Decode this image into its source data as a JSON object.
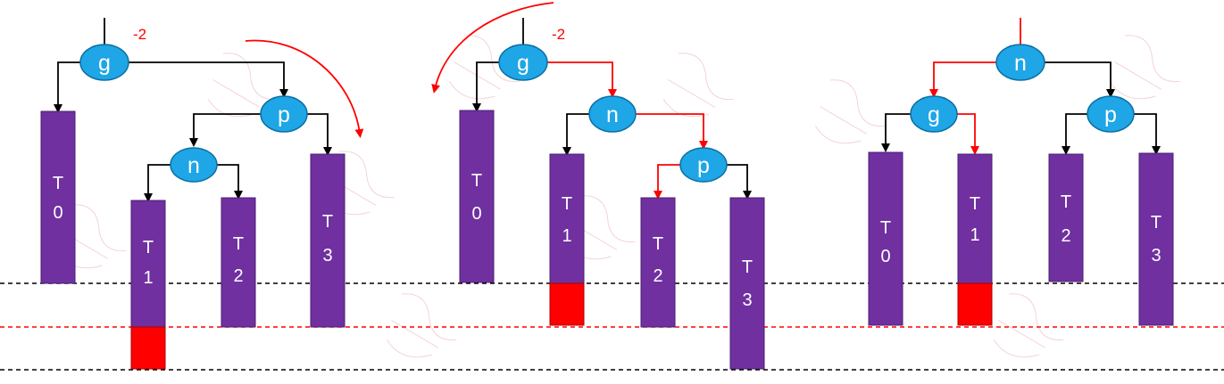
{
  "colors": {
    "node_fill": "#1ea6e6",
    "node_stroke": "#0b6fa3",
    "bar_fill": "#7030a0",
    "highlight_fill": "#ff0000",
    "edge_black": "#000000",
    "edge_red": "#ff0000",
    "dashed_black": "#000000",
    "dashed_red": "#ff0000",
    "watermark": "#e8a0a0"
  },
  "panels": [
    {
      "name": "before",
      "balance": "-2",
      "nodes": [
        {
          "id": "g",
          "label": "g"
        },
        {
          "id": "p",
          "label": "p"
        },
        {
          "id": "n",
          "label": "n"
        }
      ],
      "subtrees": [
        {
          "id": "T0",
          "lines": [
            "T",
            "0"
          ]
        },
        {
          "id": "T1",
          "lines": [
            "T",
            "1"
          ]
        },
        {
          "id": "T2",
          "lines": [
            "T",
            "2"
          ]
        },
        {
          "id": "T3",
          "lines": [
            "T",
            "3"
          ]
        }
      ]
    },
    {
      "name": "after-first-rotation",
      "balance": "-2",
      "nodes": [
        {
          "id": "g",
          "label": "g"
        },
        {
          "id": "n",
          "label": "n"
        },
        {
          "id": "p",
          "label": "p"
        }
      ],
      "subtrees": [
        {
          "id": "T0",
          "lines": [
            "T",
            "0"
          ]
        },
        {
          "id": "T1",
          "lines": [
            "T",
            "1"
          ]
        },
        {
          "id": "T2",
          "lines": [
            "T",
            "2"
          ]
        },
        {
          "id": "T3",
          "lines": [
            "T",
            "3"
          ]
        }
      ]
    },
    {
      "name": "after-second-rotation",
      "nodes": [
        {
          "id": "n",
          "label": "n"
        },
        {
          "id": "g",
          "label": "g"
        },
        {
          "id": "p",
          "label": "p"
        }
      ],
      "subtrees": [
        {
          "id": "T0",
          "lines": [
            "T",
            "0"
          ]
        },
        {
          "id": "T1",
          "lines": [
            "T",
            "1"
          ]
        },
        {
          "id": "T2",
          "lines": [
            "T",
            "2"
          ]
        },
        {
          "id": "T3",
          "lines": [
            "T",
            "3"
          ]
        }
      ]
    }
  ]
}
